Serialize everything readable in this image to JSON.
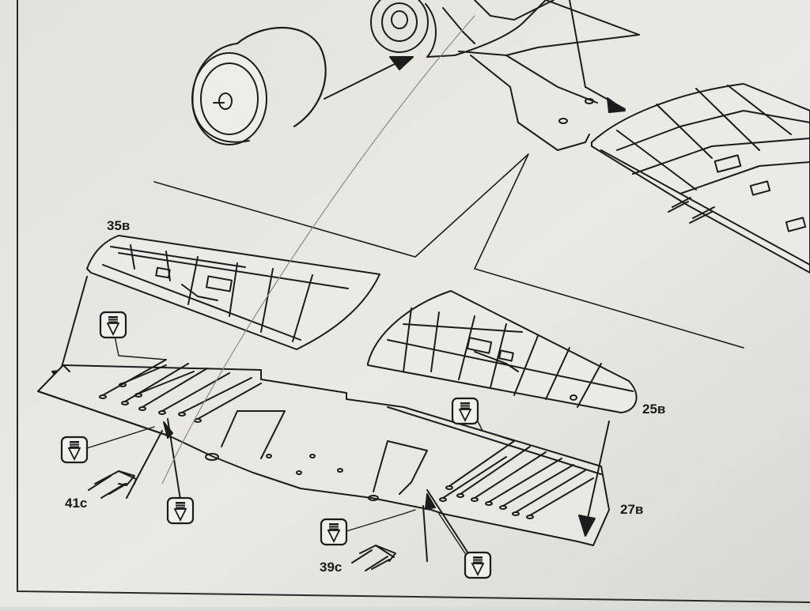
{
  "labels": {
    "part_35b": "35в",
    "part_25b": "25в",
    "part_27b": "27в",
    "part_41c": "41c",
    "part_39c": "39c"
  },
  "colors": {
    "paper": "#e8e6e1",
    "ink": "#1c1c1c",
    "shadow": "#cfcdc7"
  },
  "icons": [
    "glue-tube-icon",
    "glue-tube-icon",
    "glue-tube-icon",
    "glue-tube-icon",
    "glue-tube-icon",
    "glue-tube-icon"
  ]
}
